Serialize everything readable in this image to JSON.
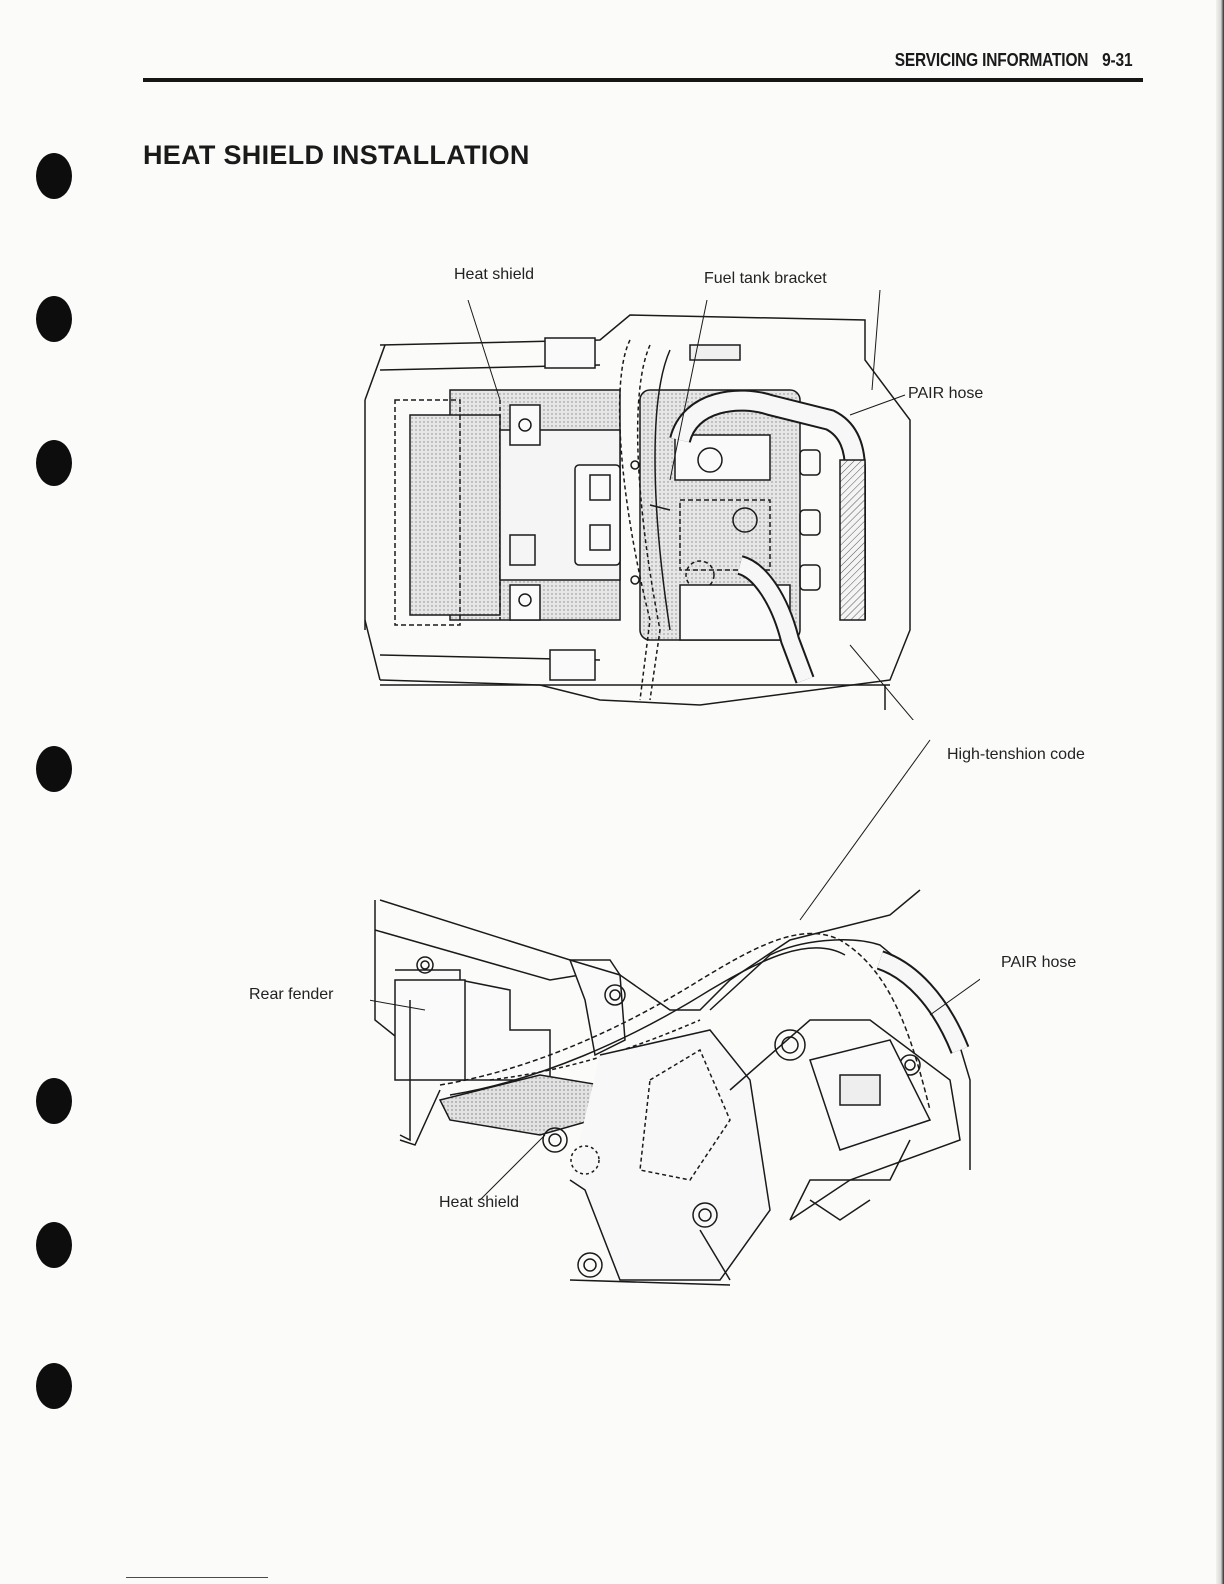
{
  "header": {
    "section": "SERVICING INFORMATION",
    "page_number": "9-31"
  },
  "page_title": "HEAT SHIELD INSTALLATION",
  "top_diagram": {
    "labels": {
      "heat_shield": "Heat shield",
      "fuel_tank_bracket": "Fuel tank bracket",
      "pair_hose": "PAIR hose",
      "high_tension_code": "High-tenshion code"
    }
  },
  "bottom_diagram": {
    "labels": {
      "rear_fender": "Rear fender",
      "pair_hose": "PAIR hose",
      "heat_shield": "Heat shield"
    }
  },
  "colors": {
    "ink": "#1a1a1a",
    "paper": "#fbfbfa",
    "shade": "#d6d6d6"
  }
}
